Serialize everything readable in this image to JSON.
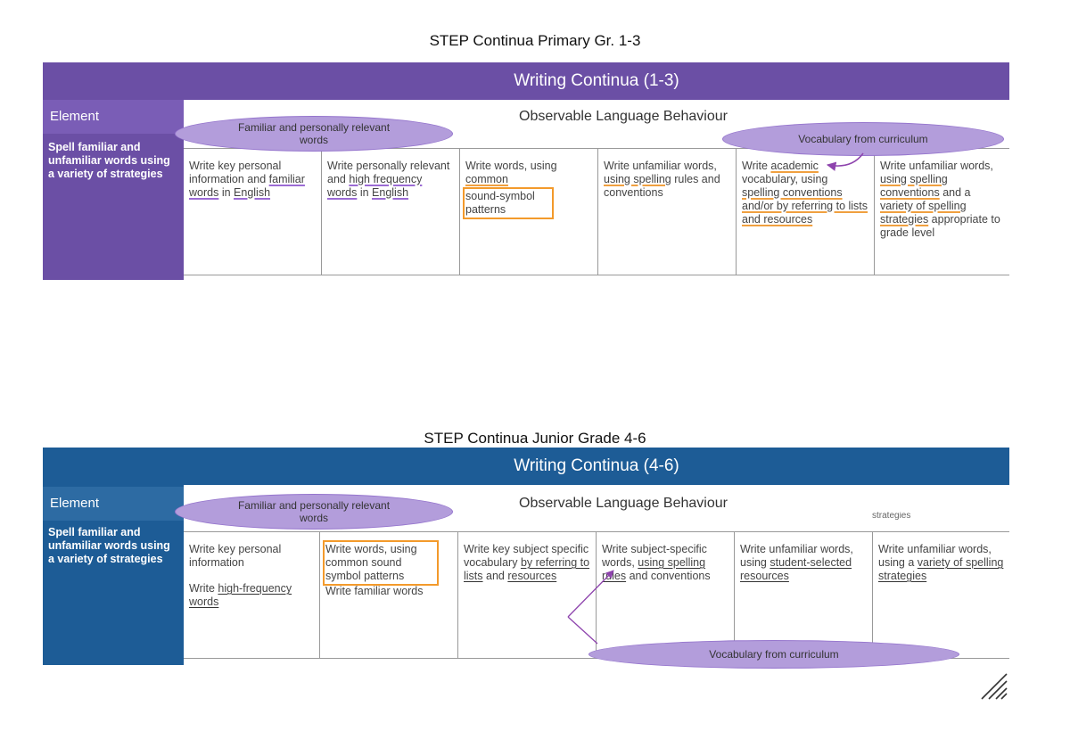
{
  "colors": {
    "primary_purple": "#6b4fa5",
    "junior_blue": "#1d5c96",
    "oval_fill": "#b39ddb",
    "highlight_orange": "#f39a2b"
  },
  "primary": {
    "title": "STEP Continua Primary Gr. 1-3",
    "banner": "Writing Continua (1-3)",
    "element_label": "Element",
    "element_desc": "Spell familiar and unfamiliar words using a variety of strategies",
    "olb_label": "Observable Language Behaviour",
    "oval_left": "Familiar and personally relevant words",
    "oval_right": "Vocabulary from curriculum",
    "cells": [
      {
        "p1a": "Write key personal information and ",
        "p1b": "familiar words",
        "p1c": " in ",
        "p1d": "English"
      },
      {
        "p1a": "Write personally relevant and ",
        "p1b": "high frequency words",
        "p1c": " in ",
        "p1d": "English"
      },
      {
        "p1a": "Write words, using ",
        "p1b": "common",
        "p1c": "sound-symbol patterns"
      },
      {
        "p1a": "Write unfamiliar words, ",
        "p1b": "using spelling",
        "p1c": " rules and conventions"
      },
      {
        "p1a": "Write ",
        "p1b": "academic",
        "p1c": " vocabulary, using ",
        "p1d": "spelling conventions and/or by referring to lists and resources"
      },
      {
        "p1a": "Write unfamiliar words, ",
        "p1b": "using spelling conventions",
        "p1c": " and a ",
        "p1d": "variety of spelling strategies",
        "p1e": " appropriate to grade level"
      }
    ]
  },
  "junior": {
    "title": "STEP Continua Junior  Grade 4-6",
    "banner": "Writing Continua (4-6)",
    "element_label": "Element",
    "element_desc": "Spell familiar and unfamiliar words using a variety of strategies",
    "olb_label": "Observable Language Behaviour",
    "cut_text": "strategies",
    "oval_left": "Familiar and personally relevant words",
    "oval_bottom": "Vocabulary from curriculum",
    "cells": [
      {
        "p1": "Write key personal information",
        "p2a": "Write ",
        "p2b": "high-frequency words"
      },
      {
        "p1a": "Write words, using common sound symbol patterns",
        "p2": "Write familiar words"
      },
      {
        "p1a": "Write key subject specific vocabulary ",
        "p1b": "by referring to lists",
        "p1c": " and ",
        "p1d": "resources"
      },
      {
        "p1a": "Write subject-specific words, ",
        "p1b": "using spelling",
        "p1c": " ",
        "p1d": "rules",
        "p1e": " and conventions"
      },
      {
        "p1a": "Write unfamiliar words, using ",
        "p1b": "student-selected resources"
      },
      {
        "p1a": "Write unfamiliar words, using a ",
        "p1b": "variety of spelling strategies"
      }
    ]
  }
}
